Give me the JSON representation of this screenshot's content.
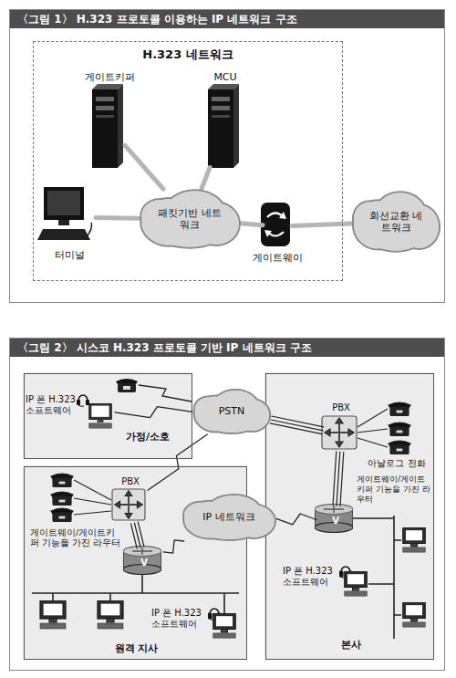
{
  "diagram": {
    "nodes": [
      {
        "text": [
          "〈그림 1〉 H.323 프로토콜 이용하는 IP 네트워크 구조"
        ]
      },
      {
        "text": [
          "H.323 네트워크"
        ],
        "in": 0
      },
      {
        "text": [
          "게이트키퍼"
        ],
        "in": 1
      },
      {
        "text": [
          "MCU"
        ],
        "in": 1
      },
      {
        "text": [
          "터미널"
        ],
        "in": 1
      },
      {
        "text": [
          "패킷기반 네트워크"
        ],
        "in": 1
      },
      {
        "text": [
          "게이트웨이"
        ],
        "in": 1
      },
      {
        "text": [
          "회선교환 네트워크"
        ],
        "in": 0
      },
      {
        "text": [
          "〈그림 2〉 시스코 H.323 프로토콜 기반 IP 네트워크 구조"
        ]
      },
      {
        "text": [
          "가정/소호"
        ],
        "in": 8
      },
      {
        "text": [
          "IP 폰 H.323 소프트웨어"
        ],
        "in": 9
      },
      {
        "text": [
          "원격 지사"
        ],
        "in": 8
      },
      {
        "text": [
          "PBX"
        ],
        "in": 11
      },
      {
        "text": [
          "V",
          "게이트웨이/게이트키퍼 기능을 가진 라우터"
        ],
        "in": 11
      },
      {
        "text": [
          "IP 폰 H.323 소프트웨어"
        ],
        "in": 11
      },
      {
        "text": [
          "본사"
        ],
        "in": 8
      },
      {
        "text": [
          "PBX"
        ],
        "in": 15
      },
      {
        "text": [
          "V",
          "게이트웨이/게이트키퍼 기능을 가진 라우터"
        ],
        "in": 15
      },
      {
        "text": [
          "IP 폰 H.323 소프트웨어"
        ],
        "in": 15
      },
      {
        "text": [
          "PSTN"
        ],
        "in": 8
      },
      {
        "text": [
          "IP 네트워크"
        ],
        "in": 8
      }
    ],
    "edges": [
      {
        "from": 2,
        "to": 5,
        "arrow": "none"
      },
      {
        "from": 3,
        "to": 5,
        "arrow": "none"
      },
      {
        "from": 4,
        "to": 5,
        "arrow": "none"
      },
      {
        "from": 5,
        "to": 6,
        "arrow": "none"
      },
      {
        "from": 6,
        "to": 7,
        "arrow": "none"
      },
      {
        "from": 10,
        "to": 19,
        "arrow": "none"
      },
      {
        "from": 12,
        "to": 19,
        "arrow": "none"
      },
      {
        "from": 12,
        "to": 13,
        "arrow": "none"
      },
      {
        "from": 13,
        "to": 20,
        "arrow": "none"
      },
      {
        "from": 16,
        "to": 19,
        "arrow": "none"
      },
      {
        "from": 16,
        "to": 17,
        "arrow": "none"
      },
      {
        "from": 17,
        "to": 20,
        "arrow": "none"
      }
    ],
    "labels": [
      "아날로그 전화"
    ]
  }
}
